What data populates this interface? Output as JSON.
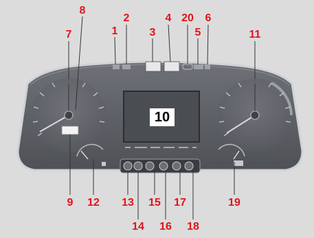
{
  "callouts": {
    "c1": "1",
    "c2": "2",
    "c3": "3",
    "c4": "4",
    "c20": "20",
    "c5": "5",
    "c6": "6",
    "c7": "7",
    "c8": "8",
    "c9": "9",
    "c10": "10",
    "c11": "11",
    "c12": "12",
    "c13": "13",
    "c14": "14",
    "c15": "15",
    "c16": "16",
    "c17": "17",
    "c18": "18",
    "c19": "19"
  },
  "colors": {
    "callout": "#e0141b",
    "panel": "#5f6268",
    "background": "#dcdcdc"
  }
}
